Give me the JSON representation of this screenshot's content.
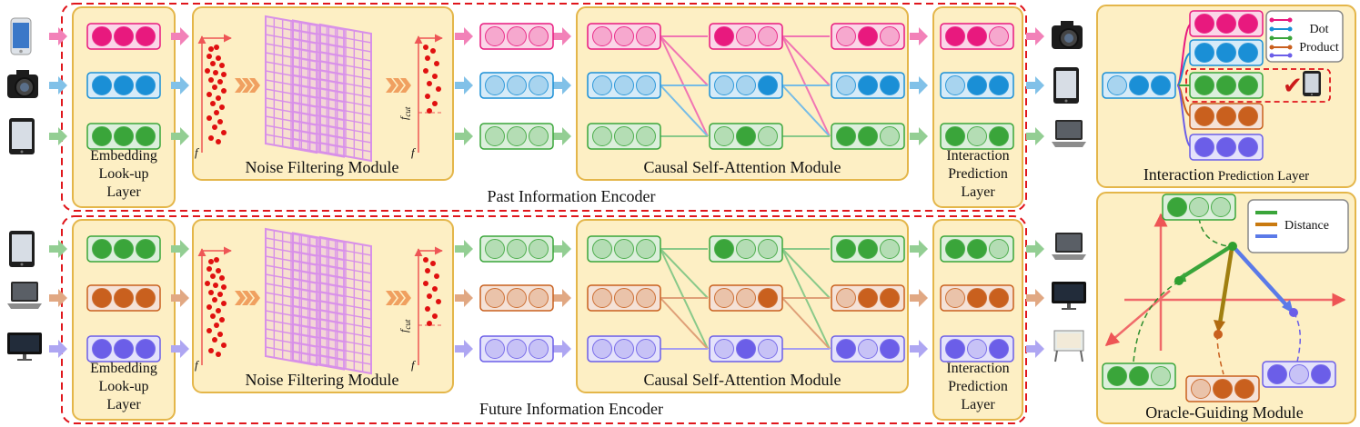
{
  "encoders": [
    {
      "title": "Past Information Encoder",
      "embedding_label": [
        "Embedding",
        "Look-up",
        "Layer"
      ],
      "noise_label": "Noise Filtering Module",
      "attention_label": "Causal Self-Attention Module",
      "prediction_label": [
        "Interaction",
        "Prediction",
        "Layer"
      ],
      "f_label": "f",
      "fcut_label": "f_cut",
      "inputs": [
        "phone-icon",
        "camera-icon",
        "tablet-icon"
      ],
      "outputs": [
        "camera-icon",
        "tablet-icon",
        "laptop-icon"
      ],
      "row_colors": [
        "#e8197e",
        "#1a8fd6",
        "#3aa53a"
      ]
    },
    {
      "title": "Future Information Encoder",
      "embedding_label": [
        "Embedding",
        "Look-up",
        "Layer"
      ],
      "noise_label": "Noise Filtering Module",
      "attention_label": "Causal Self-Attention Module",
      "prediction_label": [
        "Interaction",
        "Prediction",
        "Layer"
      ],
      "f_label": "f",
      "fcut_label": "f_cut",
      "inputs": [
        "tablet-icon",
        "laptop-icon",
        "monitor-icon"
      ],
      "outputs": [
        "laptop-icon",
        "monitor-icon",
        "tv-stand-icon"
      ],
      "row_colors": [
        "#3aa53a",
        "#c9601e",
        "#6b5ee8"
      ]
    }
  ],
  "interaction_layer": {
    "title_main": "Interaction",
    "title_rest": "Prediction Layer",
    "legend": [
      "Dot",
      "Product"
    ],
    "check_mark": "✔"
  },
  "oracle_module": {
    "title": "Oracle-Guiding Module",
    "legend": "Distance"
  },
  "colors": {
    "box_fill": "#fdefc4",
    "box_stroke": "#e4b64a",
    "dash_red": "#e0161c",
    "grid": "#d890e8",
    "dots": "#e01010",
    "axis": "#f06a6a"
  }
}
